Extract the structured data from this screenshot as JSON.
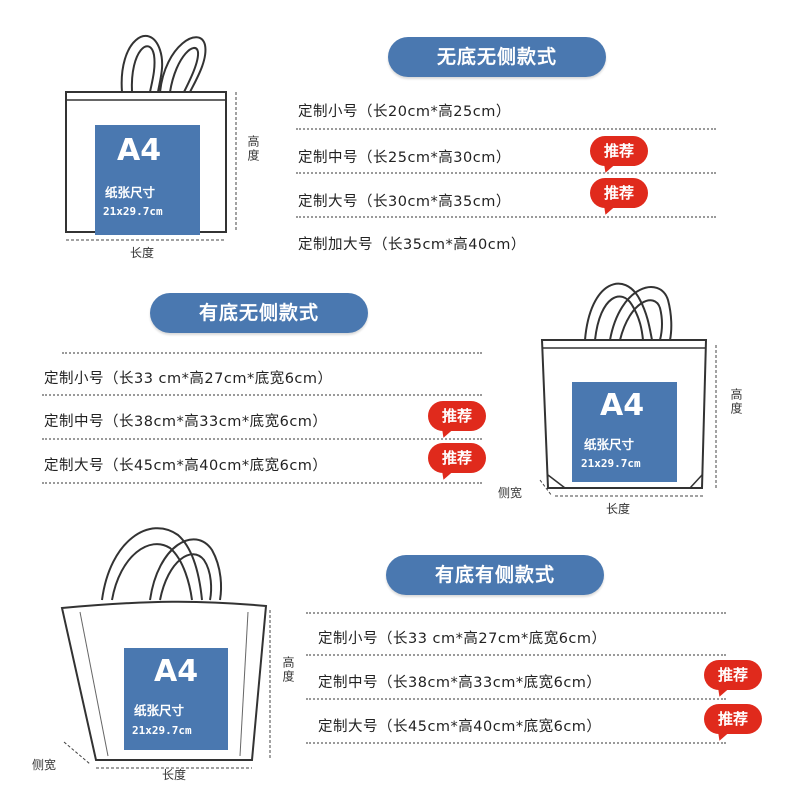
{
  "sections": [
    {
      "title": "无底无侧款式",
      "rows": [
        {
          "text": "定制小号（长20cm*高25cm）",
          "badge": ""
        },
        {
          "text": "定制中号（长25cm*高30cm）",
          "badge": "推荐"
        },
        {
          "text": "定制大号（长30cm*高35cm）",
          "badge": "推荐"
        },
        {
          "text": "定制加大号（长35cm*高40cm）",
          "badge": ""
        }
      ]
    },
    {
      "title": "有底无侧款式",
      "rows": [
        {
          "text": "定制小号（长33 cm*高27cm*底宽6cm）",
          "badge": ""
        },
        {
          "text": "定制中号（长38cm*高33cm*底宽6cm）",
          "badge": "推荐"
        },
        {
          "text": "定制大号（长45cm*高40cm*底宽6cm）",
          "badge": "推荐"
        }
      ]
    },
    {
      "title": "有底有侧款式",
      "rows": [
        {
          "text": "定制小号（长33 cm*高27cm*底宽6cm）",
          "badge": ""
        },
        {
          "text": "定制中号（长38cm*高33cm*底宽6cm）",
          "badge": "推荐"
        },
        {
          "text": "定制大号（长45cm*高40cm*底宽6cm）",
          "badge": "推荐"
        }
      ]
    }
  ],
  "a4_card": {
    "title": "A4",
    "subtitle": "纸张尺寸",
    "size": "21x29.7cm"
  },
  "dims": {
    "length": "长度",
    "height": "高度",
    "side": "侧宽"
  }
}
